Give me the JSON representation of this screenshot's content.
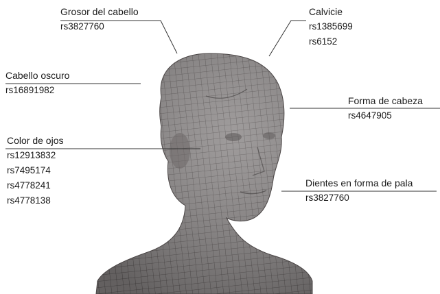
{
  "figure": {
    "head_icon": "wireframe-head-icon",
    "colors": {
      "mesh_fill": "#8a8686",
      "mesh_line": "#4a4545",
      "leader_line": "#333333",
      "text": "#1a1a1a"
    }
  },
  "annotations": [
    {
      "id": "hair-thickness",
      "title": "Grosor del cabello",
      "snps": [
        "rs3827760"
      ]
    },
    {
      "id": "baldness",
      "title": "Calvicie",
      "snps": [
        "rs1385699",
        "rs6152"
      ]
    },
    {
      "id": "dark-hair",
      "title": "Cabello oscuro",
      "snps": [
        "rs16891982"
      ]
    },
    {
      "id": "head-shape",
      "title": "Forma de cabeza",
      "snps": [
        "rs4647905"
      ]
    },
    {
      "id": "eye-color",
      "title": "Color de ojos",
      "snps": [
        "rs12913832",
        "rs7495174",
        "rs4778241",
        "rs4778138"
      ]
    },
    {
      "id": "shovel-teeth",
      "title": "Dientes en forma de pala",
      "snps": [
        "rs3827760"
      ]
    }
  ]
}
